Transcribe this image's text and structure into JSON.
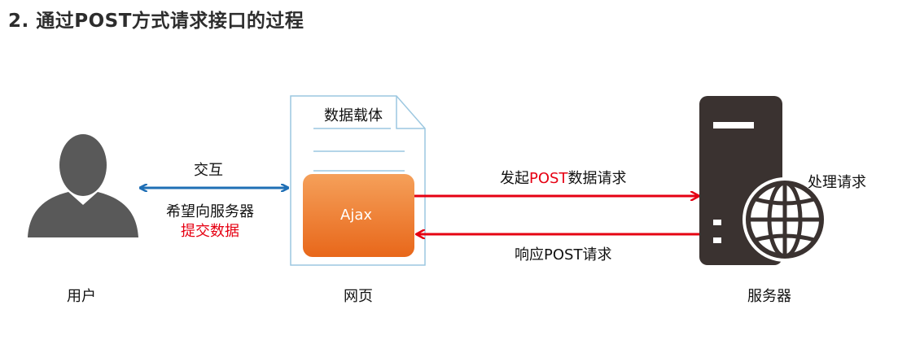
{
  "title": "2. 通过POST方式请求接口的过程",
  "nodes": {
    "user": {
      "label": "用户"
    },
    "webpage": {
      "label": "网页",
      "doc_label": "数据载体",
      "ajax_label": "Ajax"
    },
    "server": {
      "label": "服务器",
      "process_label": "处理请求"
    }
  },
  "edges": {
    "interact": {
      "label": "交互",
      "sub_label": "希望向服务器",
      "sub_label_red": "提交数据"
    },
    "request": {
      "prefix": "发起",
      "highlight": "POST",
      "suffix": "数据请求"
    },
    "response": {
      "label": "响应POST请求"
    }
  },
  "colors": {
    "blue_arrow": "#1f6fb5",
    "red_arrow": "#e60012",
    "ajax_top": "#f5a05a",
    "ajax_bottom": "#e8671a",
    "icon_dark": "#595959",
    "server_dark": "#3a3230"
  }
}
